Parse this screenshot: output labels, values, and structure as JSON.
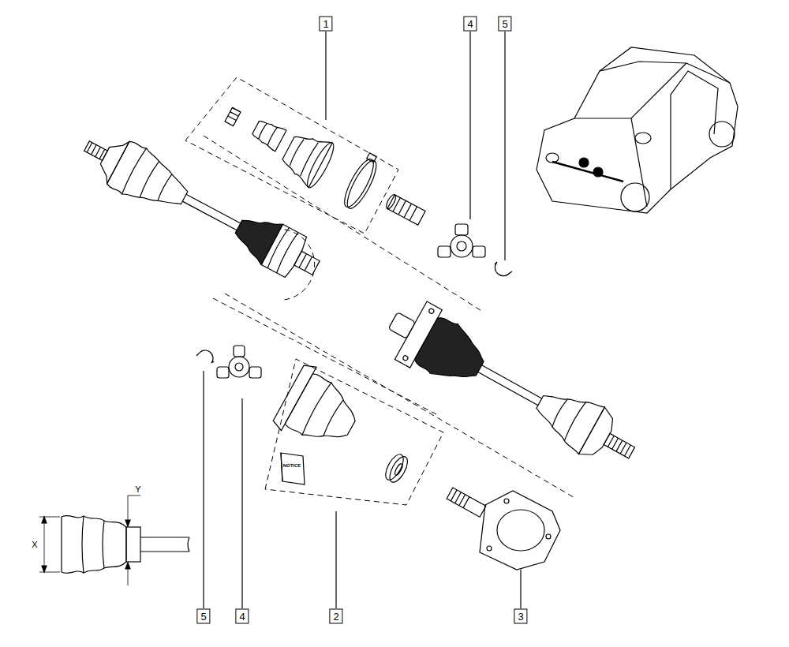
{
  "diagram": {
    "labels": [
      "1",
      "4",
      "5",
      "5",
      "4",
      "2",
      "3",
      "X",
      "Y",
      "NOTICE"
    ]
  }
}
